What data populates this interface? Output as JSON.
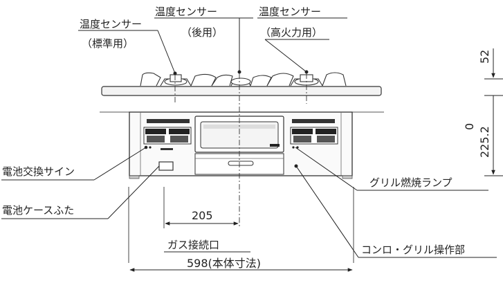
{
  "labels": {
    "sensor_standard_line1": "温度センサー",
    "sensor_standard_line2": "（標準用）",
    "sensor_rear_line1": "温度センサー",
    "sensor_rear_line2": "（後用）",
    "sensor_high_line1": "温度センサー",
    "sensor_high_line2": "（高火力用）",
    "battery_sign": "電池交換サイン",
    "battery_cover": "電池ケースふた",
    "grill_lamp": "グリル燃焼ランプ",
    "gas_connection": "ガス接続口",
    "control_panel": "コンロ・グリル操作部"
  },
  "dimensions": {
    "height_top": "52",
    "height_body_top": "0",
    "height_body_bottom": "225.2",
    "gas_offset": "205",
    "width_total": "598(本体寸法)"
  }
}
